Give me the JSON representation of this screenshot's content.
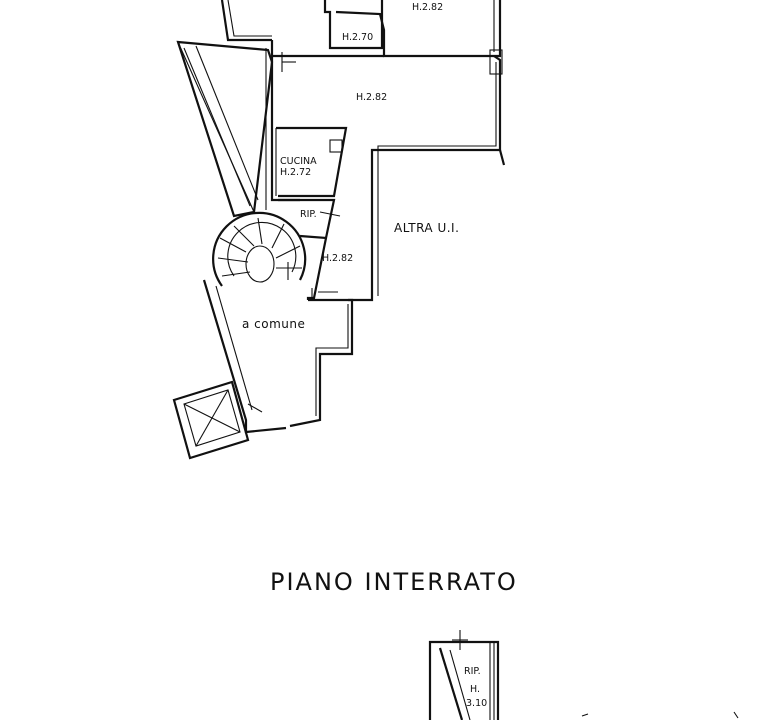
{
  "plan": {
    "title": "PIANO INTERRATO",
    "rooms": {
      "top_room_height": "H.2.82",
      "passage_height": "H.2.70",
      "hall_height": "H.2.82",
      "kitchen_name": "CUCINA",
      "kitchen_height": "H.2.72",
      "closet_name": "RIP.",
      "corridor_height": "H.2.82",
      "other_unit": "ALTRA U.I.",
      "common_area": "a  comune"
    },
    "basement": {
      "closet_name": "RIP.",
      "height_prefix": "H.",
      "height_value": "3.10"
    }
  }
}
